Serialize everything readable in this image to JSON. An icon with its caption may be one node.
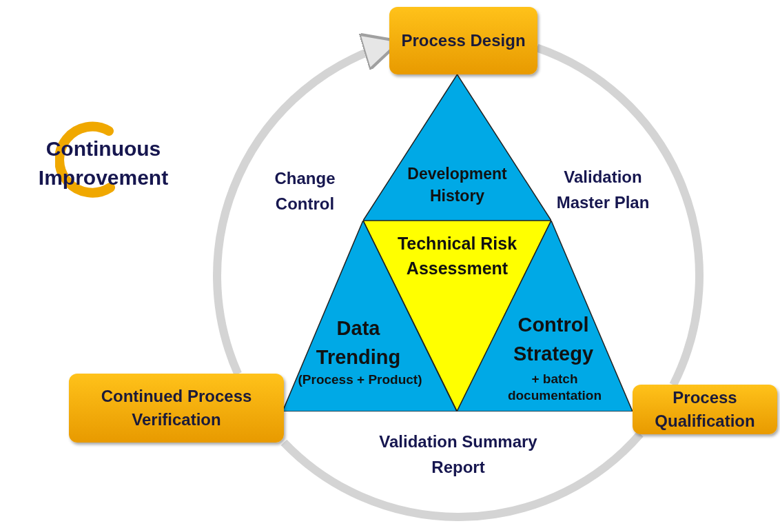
{
  "diagram": {
    "nodes": [
      {
        "text": [
          "Process Design"
        ]
      },
      {
        "text": [
          "Development History"
        ]
      },
      {
        "text": [
          "Technical Risk Assessment"
        ]
      },
      {
        "text": [
          "Data Trending",
          "(Process + Product)"
        ]
      },
      {
        "text": [
          "Control Strategy",
          "+ batch documentation"
        ]
      },
      {
        "text": [
          "Continued Process Verification"
        ]
      },
      {
        "text": [
          "Process Qualification"
        ]
      }
    ],
    "edges": [
      {
        "from": 0,
        "to": 6,
        "arrow": "none"
      },
      {
        "from": 6,
        "to": 5,
        "arrow": "none"
      },
      {
        "from": 5,
        "to": 0,
        "arrow": "to"
      }
    ],
    "labels": [
      "Continuous Improvement",
      "Change Control",
      "Validation Master Plan",
      "Validation Summary Report"
    ]
  }
}
